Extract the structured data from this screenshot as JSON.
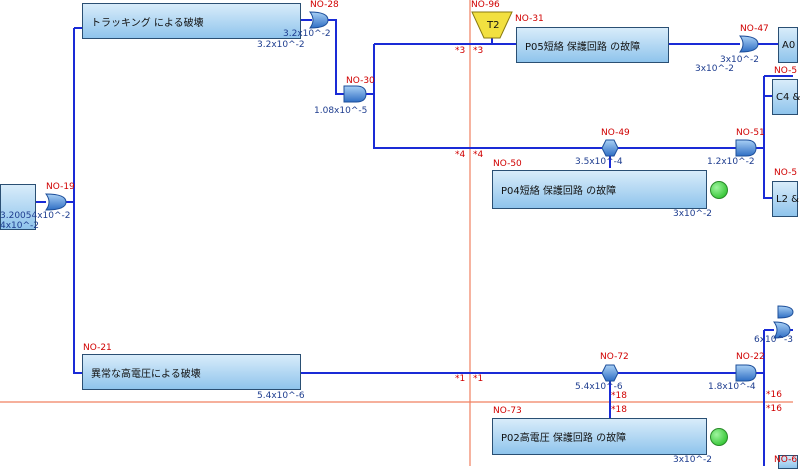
{
  "events": {
    "tracking": {
      "label": "トラッキング による破壊"
    },
    "abnormal_hv": {
      "label": "異常な高電圧による破壊"
    },
    "p05": {
      "label": "P05短絡 保護回路 の故障"
    },
    "p04": {
      "label": "P04短絡 保護回路 の故障"
    },
    "p02": {
      "label": "P02高電圧 保護回路 の故障"
    },
    "a0": {
      "label": "A0"
    },
    "c4": {
      "label": "C4 &"
    },
    "l2": {
      "label": "L2 &"
    }
  },
  "transfer": {
    "label": "T2"
  },
  "ids": {
    "n28": "NO-28",
    "n96": "NO-96",
    "n31": "NO-31",
    "n47": "NO-47",
    "n5a": "NO-5",
    "n30": "NO-30",
    "n49": "NO-49",
    "n51": "NO-51",
    "n5b": "NO-5",
    "n19": "NO-19",
    "n50": "NO-50",
    "n21": "NO-21",
    "n72": "NO-72",
    "n22": "NO-22",
    "n73": "NO-73",
    "n6": "NO-6"
  },
  "probs": {
    "p_n28": "3.2x10^-2",
    "p_tracking": "3.2x10^-2",
    "p_n30": "1.08x10^-5",
    "p_n49": "3.5x10^-4",
    "p_n51": "1.2x10^-2",
    "p_p05": "3x10^-2",
    "p_n47": "3x10^-2",
    "p_p04": "3x10^-2",
    "p_left1": "3.20054x10^-2",
    "p_left2": "4x10^-2",
    "p_hv": "5.4x10^-6",
    "p_n72": "5.4x10^-6",
    "p_n22": "1.8x10^-4",
    "p_p02": "3x10^-2",
    "p_right": "6x10^-3"
  },
  "markers": {
    "m3a": "*3",
    "m3b": "*3",
    "m4a": "*4",
    "m4b": "*4",
    "m1a": "*1",
    "m1b": "*1",
    "m18a": "*18",
    "m18b": "*18",
    "m16a": "*16",
    "m16b": "*16"
  },
  "colors": {
    "line": "#1a2bd6",
    "guide": "#f08060",
    "gate": "#3e82d8",
    "transfer": "#f2e040",
    "status_ok": "#22c022"
  }
}
